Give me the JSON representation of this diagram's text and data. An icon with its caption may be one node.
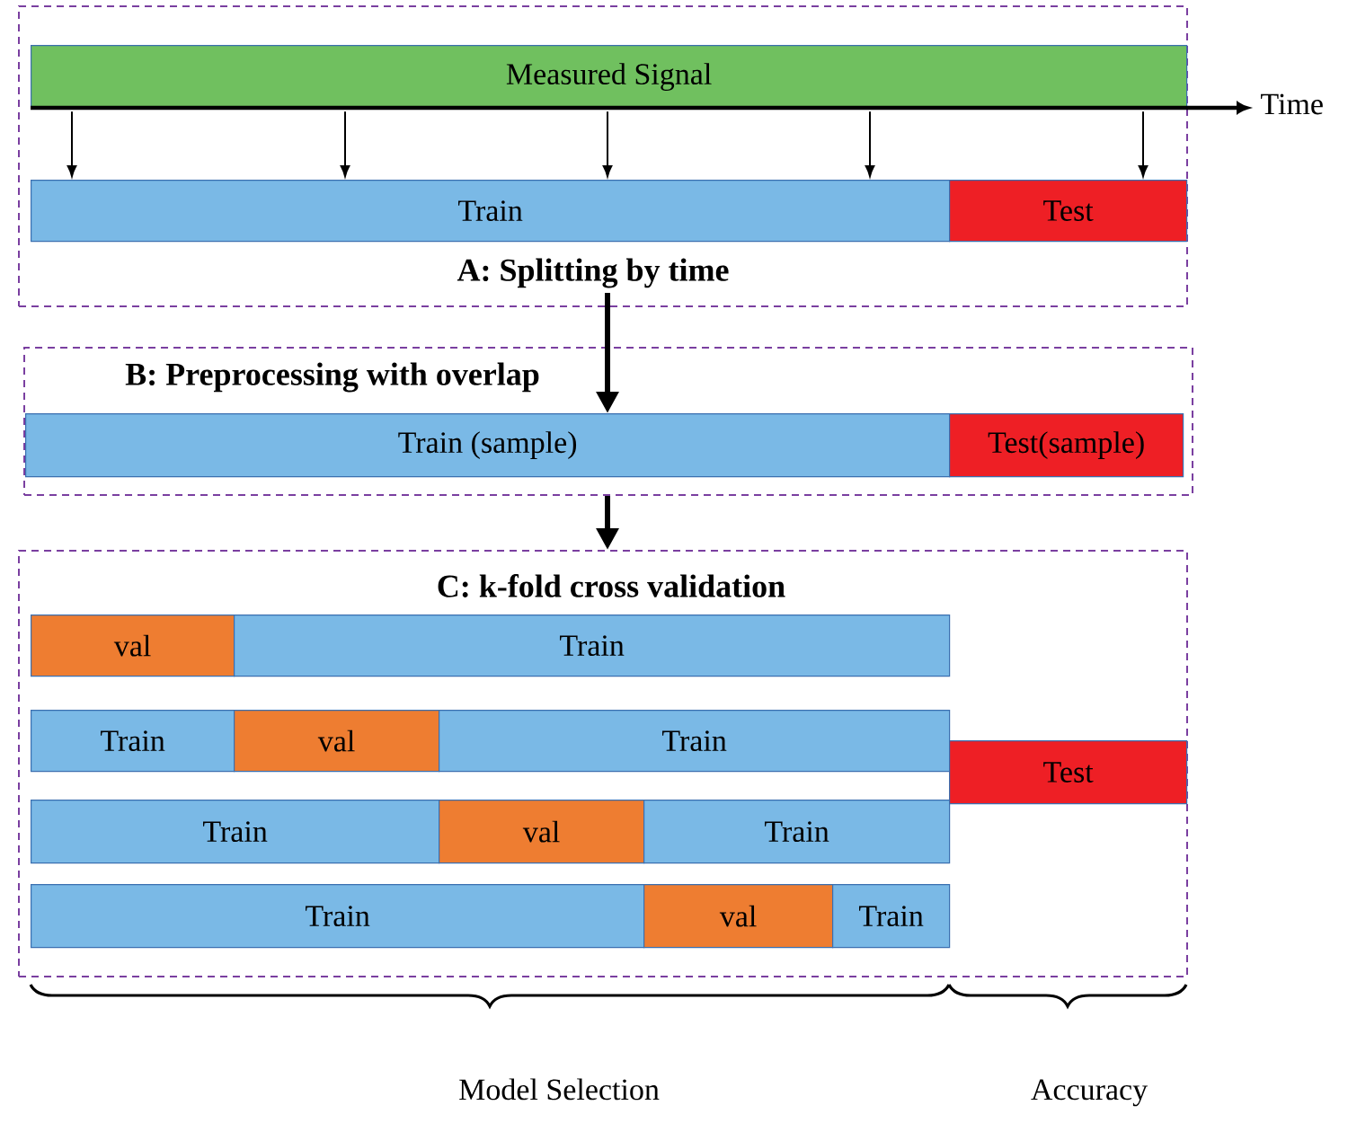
{
  "diagram": {
    "nodes": [
      {
        "text": [
          "A: Splitting by time"
        ]
      },
      {
        "text": [
          "Measured Signal"
        ],
        "in": 0
      },
      {
        "text": [
          "Train"
        ],
        "in": 0
      },
      {
        "text": [
          "Test"
        ],
        "in": 0
      },
      {
        "text": [
          "B: Preprocessing with overlap"
        ]
      },
      {
        "text": [
          "Train (sample)"
        ],
        "in": 4
      },
      {
        "text": [
          "Test(sample)"
        ],
        "in": 4
      },
      {
        "text": [
          "C: k-fold cross validation"
        ]
      },
      {
        "text": [
          "val"
        ],
        "in": 7
      },
      {
        "text": [
          "Train"
        ],
        "in": 7
      },
      {
        "text": [
          "Train"
        ],
        "in": 7
      },
      {
        "text": [
          "val"
        ],
        "in": 7
      },
      {
        "text": [
          "Train"
        ],
        "in": 7
      },
      {
        "text": [
          "Train"
        ],
        "in": 7
      },
      {
        "text": [
          "val"
        ],
        "in": 7
      },
      {
        "text": [
          "Train"
        ],
        "in": 7
      },
      {
        "text": [
          "Train"
        ],
        "in": 7
      },
      {
        "text": [
          "val"
        ],
        "in": 7
      },
      {
        "text": [
          "Train"
        ],
        "in": 7
      },
      {
        "text": [
          "Test"
        ],
        "in": 7
      }
    ],
    "edges": [
      {
        "from": 1,
        "to": 2,
        "arrow": "to"
      },
      {
        "from": 1,
        "to": 2,
        "arrow": "to"
      },
      {
        "from": 1,
        "to": 2,
        "arrow": "to"
      },
      {
        "from": 1,
        "to": 2,
        "arrow": "to"
      },
      {
        "from": 1,
        "to": 3,
        "arrow": "to"
      },
      {
        "from": 0,
        "to": 5,
        "arrow": "to",
        "style": "thick"
      },
      {
        "from": 4,
        "to": 7,
        "arrow": "to",
        "style": "thick"
      }
    ],
    "labels": [
      "Time",
      "Model Selection",
      "Accuracy"
    ]
  }
}
